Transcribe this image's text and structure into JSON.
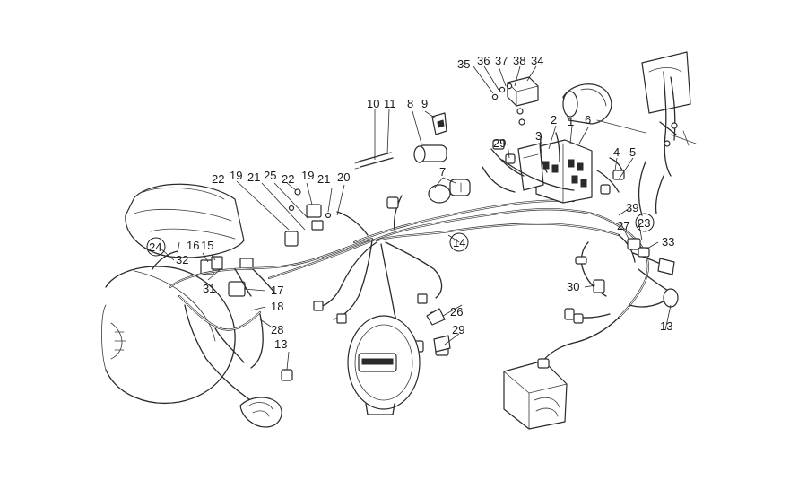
{
  "callouts": [
    {
      "id": "c1",
      "text": "1",
      "circled": false
    },
    {
      "id": "c2",
      "text": "2",
      "circled": false
    },
    {
      "id": "c3",
      "text": "3",
      "circled": false
    },
    {
      "id": "c4",
      "text": "4",
      "circled": false
    },
    {
      "id": "c5",
      "text": "5",
      "circled": false
    },
    {
      "id": "c6",
      "text": "6",
      "circled": false
    },
    {
      "id": "c7",
      "text": "7",
      "circled": false
    },
    {
      "id": "c8",
      "text": "8",
      "circled": false
    },
    {
      "id": "c9",
      "text": "9",
      "circled": false
    },
    {
      "id": "c10",
      "text": "10",
      "circled": false
    },
    {
      "id": "c11",
      "text": "11",
      "circled": false
    },
    {
      "id": "c13a",
      "text": "13",
      "circled": false
    },
    {
      "id": "c13b",
      "text": "13",
      "circled": false
    },
    {
      "id": "c14",
      "text": "14",
      "circled": true
    },
    {
      "id": "c15",
      "text": "15",
      "circled": false
    },
    {
      "id": "c16",
      "text": "16",
      "circled": false
    },
    {
      "id": "c17",
      "text": "17",
      "circled": false
    },
    {
      "id": "c18",
      "text": "18",
      "circled": false
    },
    {
      "id": "c19a",
      "text": "19",
      "circled": false
    },
    {
      "id": "c19b",
      "text": "19",
      "circled": false
    },
    {
      "id": "c20",
      "text": "20",
      "circled": false
    },
    {
      "id": "c21a",
      "text": "21",
      "circled": false
    },
    {
      "id": "c21b",
      "text": "21",
      "circled": false
    },
    {
      "id": "c22a",
      "text": "22",
      "circled": false
    },
    {
      "id": "c22b",
      "text": "22",
      "circled": false
    },
    {
      "id": "c23",
      "text": "23",
      "circled": true
    },
    {
      "id": "c24",
      "text": "24",
      "circled": true
    },
    {
      "id": "c25",
      "text": "25",
      "circled": false
    },
    {
      "id": "c26",
      "text": "26",
      "circled": false
    },
    {
      "id": "c27",
      "text": "27",
      "circled": false
    },
    {
      "id": "c28",
      "text": "28",
      "circled": false
    },
    {
      "id": "c29a",
      "text": "29",
      "circled": false
    },
    {
      "id": "c29b",
      "text": "29",
      "circled": false
    },
    {
      "id": "c30",
      "text": "30",
      "circled": false
    },
    {
      "id": "c31",
      "text": "31",
      "circled": false
    },
    {
      "id": "c32",
      "text": "32",
      "circled": false
    },
    {
      "id": "c33",
      "text": "33",
      "circled": false
    },
    {
      "id": "c34",
      "text": "34",
      "circled": false
    },
    {
      "id": "c35",
      "text": "35",
      "circled": false
    },
    {
      "id": "c36",
      "text": "36",
      "circled": false
    },
    {
      "id": "c37",
      "text": "37",
      "circled": false
    },
    {
      "id": "c38",
      "text": "38",
      "circled": false
    },
    {
      "id": "c39",
      "text": "39",
      "circled": false
    }
  ]
}
